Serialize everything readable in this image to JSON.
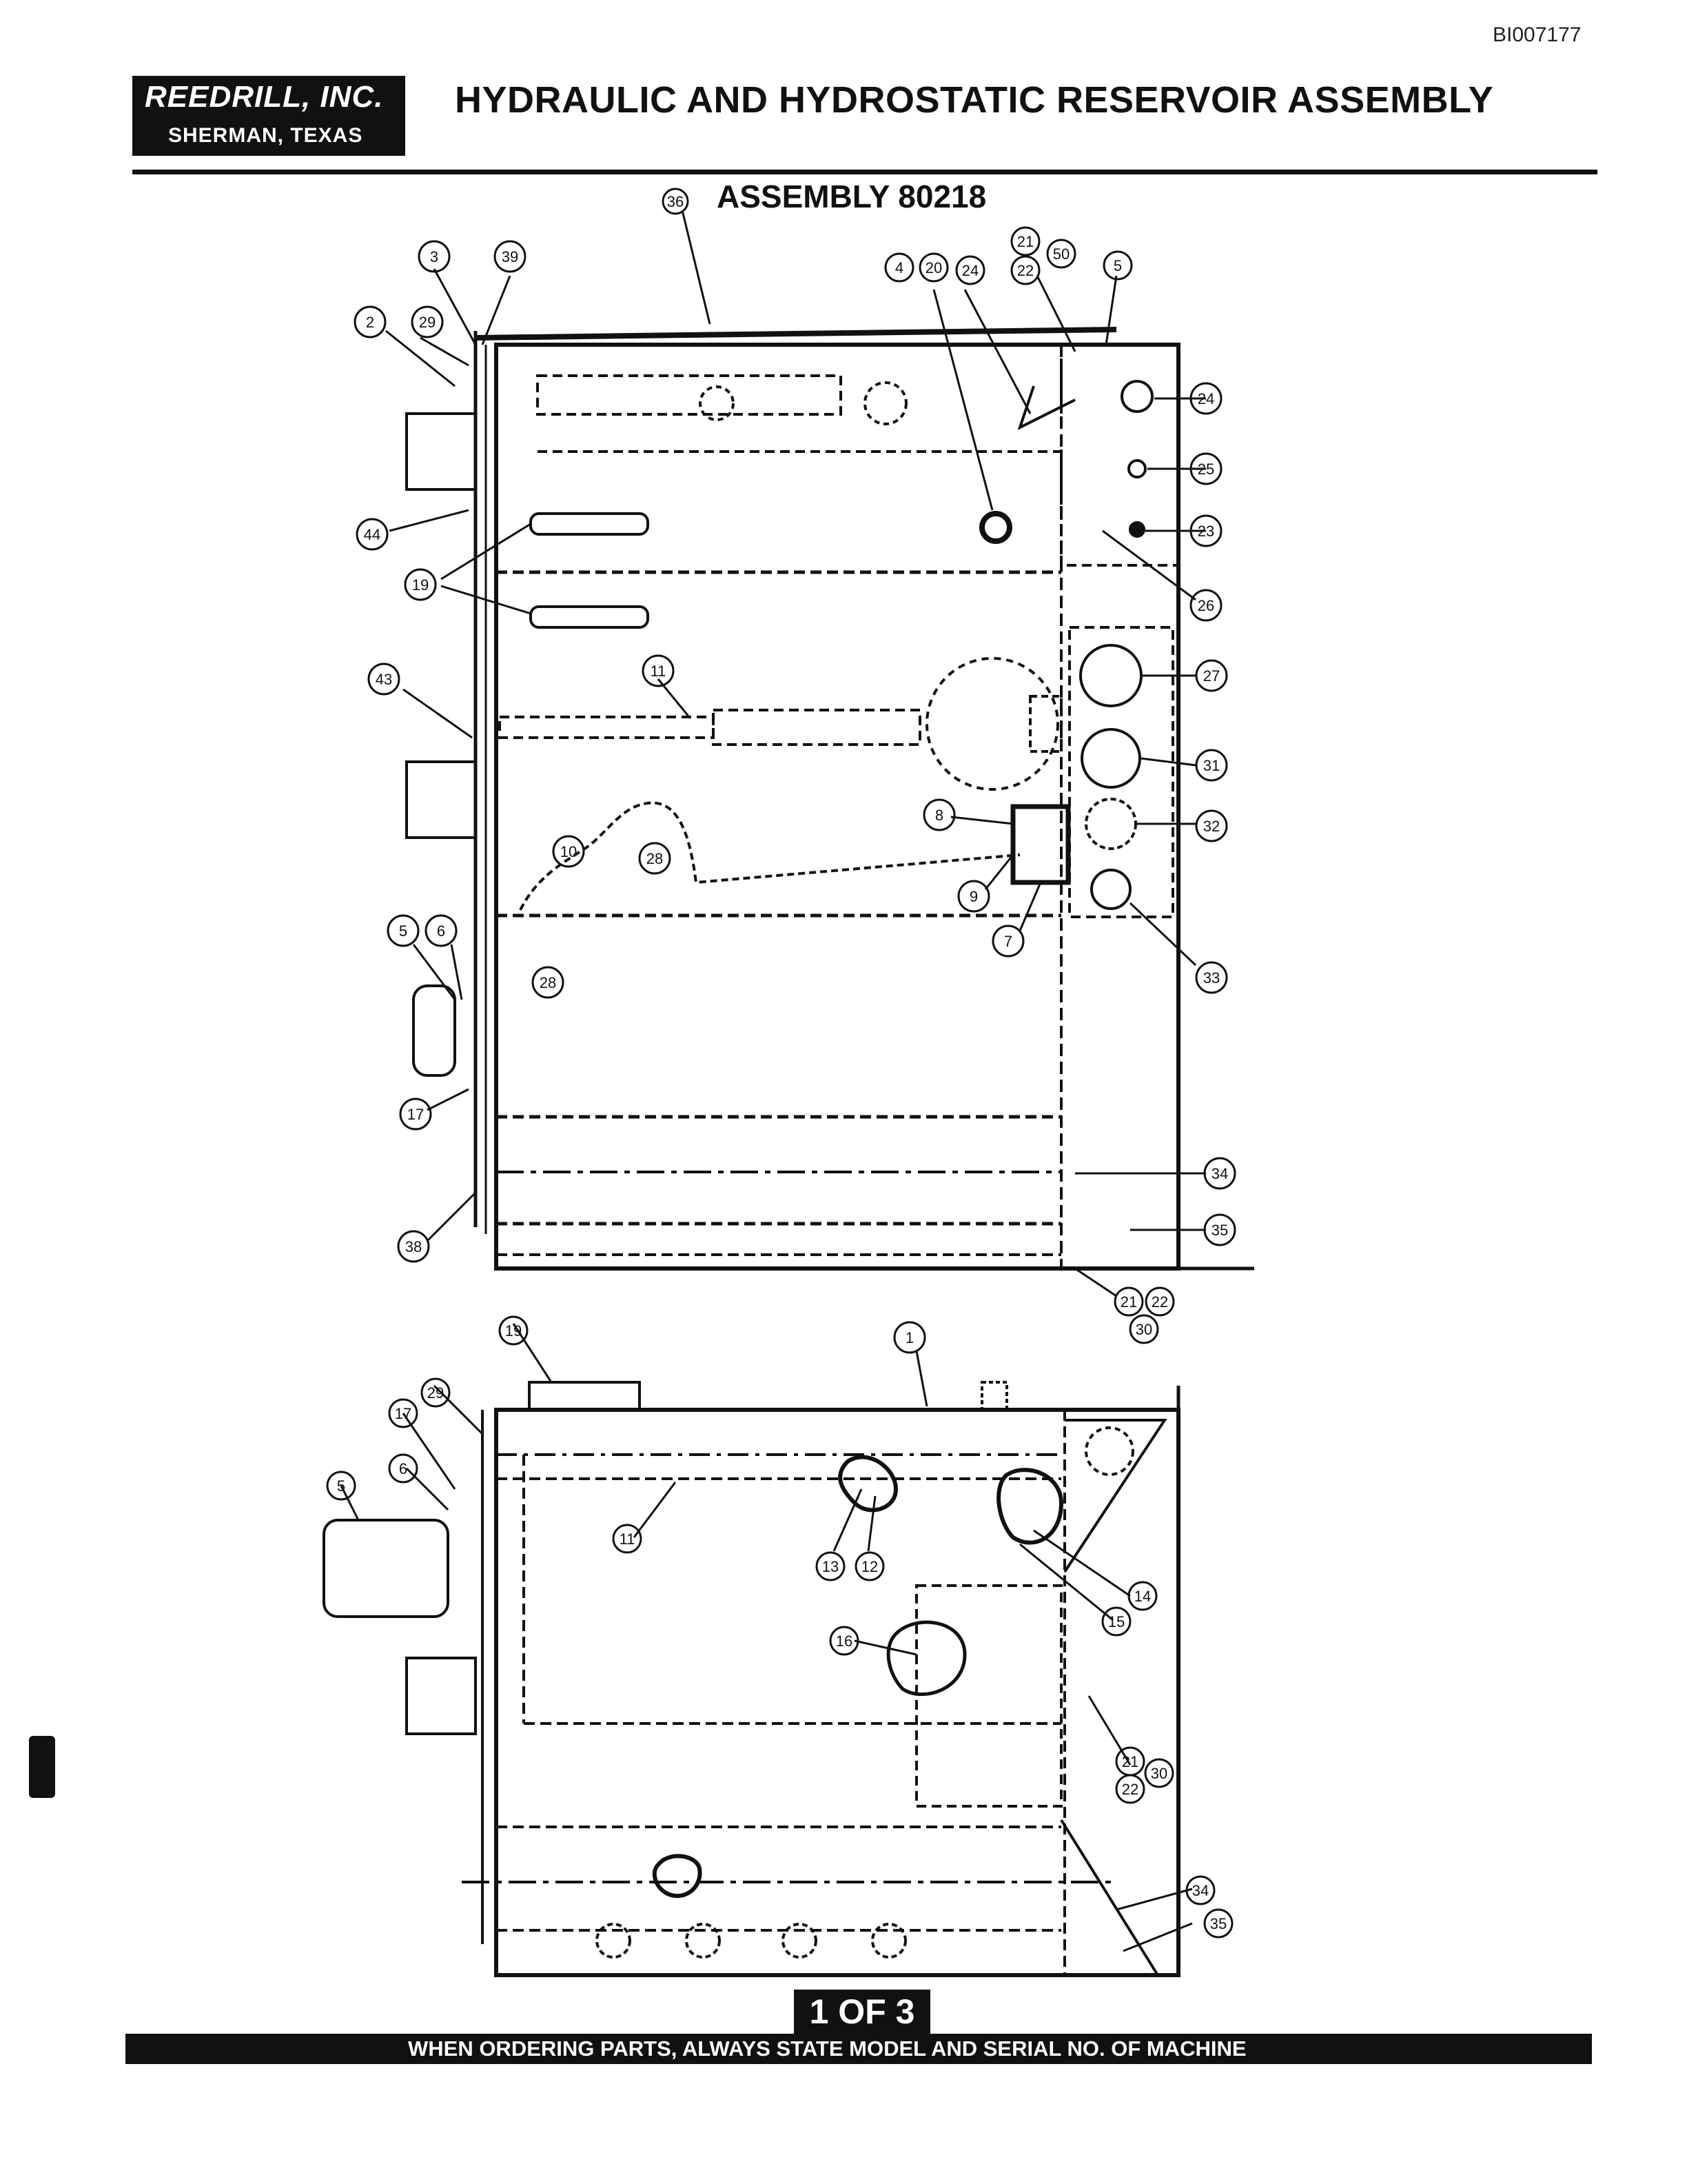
{
  "header": {
    "doc_id": "BI007177",
    "company": "REEDRILL, INC.",
    "location": "SHERMAN, TEXAS",
    "title": "HYDRAULIC AND HYDROSTATIC RESERVOIR ASSEMBLY",
    "assembly": "ASSEMBLY 80218"
  },
  "callouts": {
    "top_view": [
      "36",
      "3",
      "39",
      "2",
      "29",
      "44",
      "19",
      "43",
      "11",
      "10",
      "28",
      "28",
      "5",
      "6",
      "17",
      "38",
      "4",
      "20",
      "24",
      "21",
      "22",
      "50",
      "5",
      "24",
      "25",
      "23",
      "26",
      "27",
      "31",
      "32",
      "33",
      "8",
      "9",
      "7",
      "34",
      "35",
      "21",
      "22",
      "30",
      "1"
    ],
    "side_view": [
      "19",
      "29",
      "17",
      "6",
      "5",
      "11",
      "13",
      "12",
      "14",
      "15",
      "16",
      "21",
      "22",
      "30",
      "34",
      "35"
    ]
  },
  "footer": {
    "page": "1 OF 3",
    "note": "WHEN ORDERING PARTS, ALWAYS STATE MODEL AND SERIAL NO. OF MACHINE"
  }
}
